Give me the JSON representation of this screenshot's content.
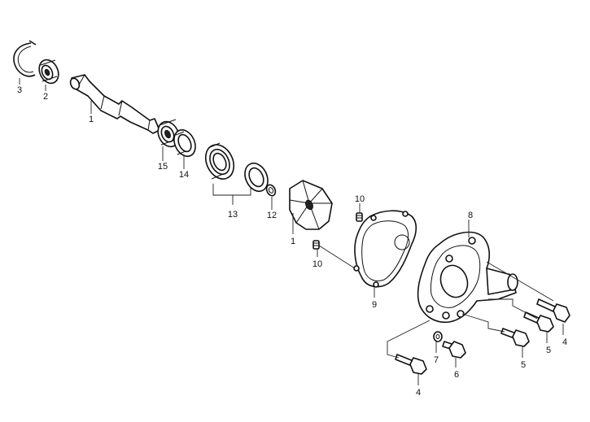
{
  "callouts": [
    {
      "id": "c3",
      "label": "3"
    },
    {
      "id": "c2",
      "label": "2"
    },
    {
      "id": "c1a",
      "label": "1"
    },
    {
      "id": "c15",
      "label": "15"
    },
    {
      "id": "c14",
      "label": "14"
    },
    {
      "id": "c13",
      "label": "13"
    },
    {
      "id": "c12",
      "label": "12"
    },
    {
      "id": "c1b",
      "label": "1"
    },
    {
      "id": "c10a",
      "label": "10"
    },
    {
      "id": "c10b",
      "label": "10"
    },
    {
      "id": "c9",
      "label": "9"
    },
    {
      "id": "c8",
      "label": "8"
    },
    {
      "id": "c4a",
      "label": "4"
    },
    {
      "id": "c5a",
      "label": "5"
    },
    {
      "id": "c5b",
      "label": "5"
    },
    {
      "id": "c7",
      "label": "7"
    },
    {
      "id": "c6",
      "label": "6"
    },
    {
      "id": "c4b",
      "label": "4"
    }
  ]
}
